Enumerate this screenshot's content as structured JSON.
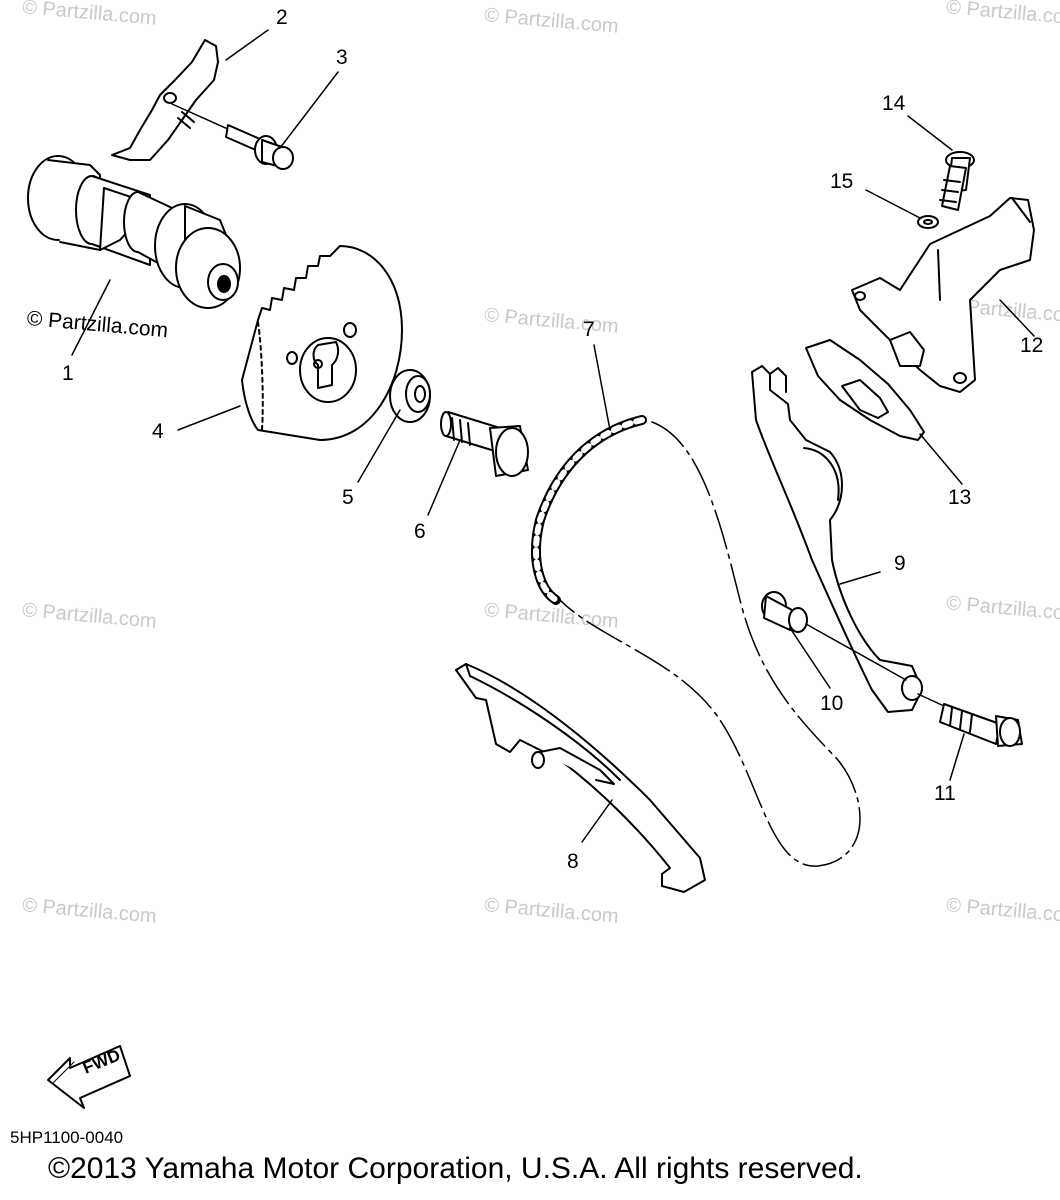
{
  "watermark": {
    "text": "© Partzilla.com"
  },
  "credit": {
    "text": "© Partzilla.com"
  },
  "parts": [
    {
      "label": "1",
      "name": "camshaft"
    },
    {
      "label": "2",
      "name": "cover"
    },
    {
      "label": "3",
      "name": "bolt"
    },
    {
      "label": "4",
      "name": "cam-sprocket"
    },
    {
      "label": "5",
      "name": "washer"
    },
    {
      "label": "6",
      "name": "bolt"
    },
    {
      "label": "7",
      "name": "cam-chain"
    },
    {
      "label": "8",
      "name": "chain-guide-exhaust"
    },
    {
      "label": "9",
      "name": "chain-guide-intake"
    },
    {
      "label": "10",
      "name": "collar"
    },
    {
      "label": "11",
      "name": "bolt"
    },
    {
      "label": "12",
      "name": "tensioner-assembly"
    },
    {
      "label": "13",
      "name": "gasket"
    },
    {
      "label": "14",
      "name": "bolt"
    },
    {
      "label": "15",
      "name": "washer"
    }
  ],
  "fwd": {
    "label": "FWD"
  },
  "diagram_code": "5HP1100-0040",
  "copyright": "©2013  Yamaha Motor Corporation, U.S.A. All rights reserved."
}
